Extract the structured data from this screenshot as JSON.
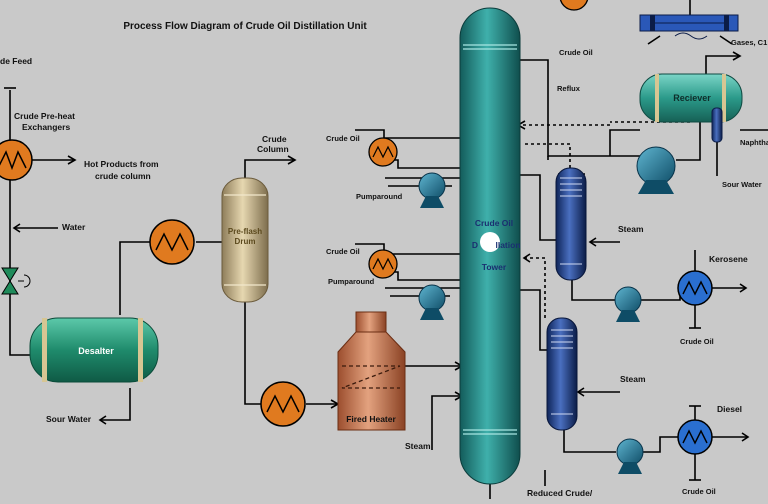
{
  "title": "Process Flow Diagram of Crude Oil Distillation Unit",
  "labels": {
    "crude_feed": "de Feed",
    "preheat_1": "Crude Pre-heat",
    "preheat_2": "Exchangers",
    "hot_products_1": "Hot Products from",
    "hot_products_2": "crude column",
    "water": "Water",
    "desalter": "Desalter",
    "sour_water_left": "Sour Water",
    "crude_column_1": "Crude",
    "crude_column_2": "Column",
    "preflash_1": "Pre-flash",
    "preflash_2": "Drum",
    "fired_heater": "Fired Heater",
    "steam_bottom": "Steam",
    "crude_oil_pa1": "Crude Oil",
    "pumparound_1": "Pumparound",
    "crude_oil_pa2": "Crude Oil",
    "pumparound_2": "Pumparound",
    "tower_1": "Crude Oil",
    "tower_2a": "D",
    "tower_2b": "llation",
    "tower_3": "Tower",
    "crude_oil_top": "Crude Oil",
    "reflux": "Reflux",
    "receiver": "Reciever",
    "gases": "Gases, C1",
    "naphtha": "Naphtha",
    "sour_water_right": "Sour Water",
    "steam_stripper1": "Steam",
    "kerosene": "Kerosene",
    "crude_oil_kero": "Crude Oil",
    "steam_stripper2": "Steam",
    "diesel": "Diesel",
    "crude_oil_diesel": "Crude Oil",
    "reduced_crude": "Reduced Crude/"
  },
  "colors": {
    "background": "#c9c9c9",
    "exchanger": "#e07a1f",
    "tower": "#1f8a88",
    "stripper": "#1d3d8c",
    "pump": "#1a6f8a",
    "heater": "#c4704a",
    "preflash": "#c9b58a",
    "desalter": "#2a9a7c",
    "receiver": "#2a9a8c"
  }
}
